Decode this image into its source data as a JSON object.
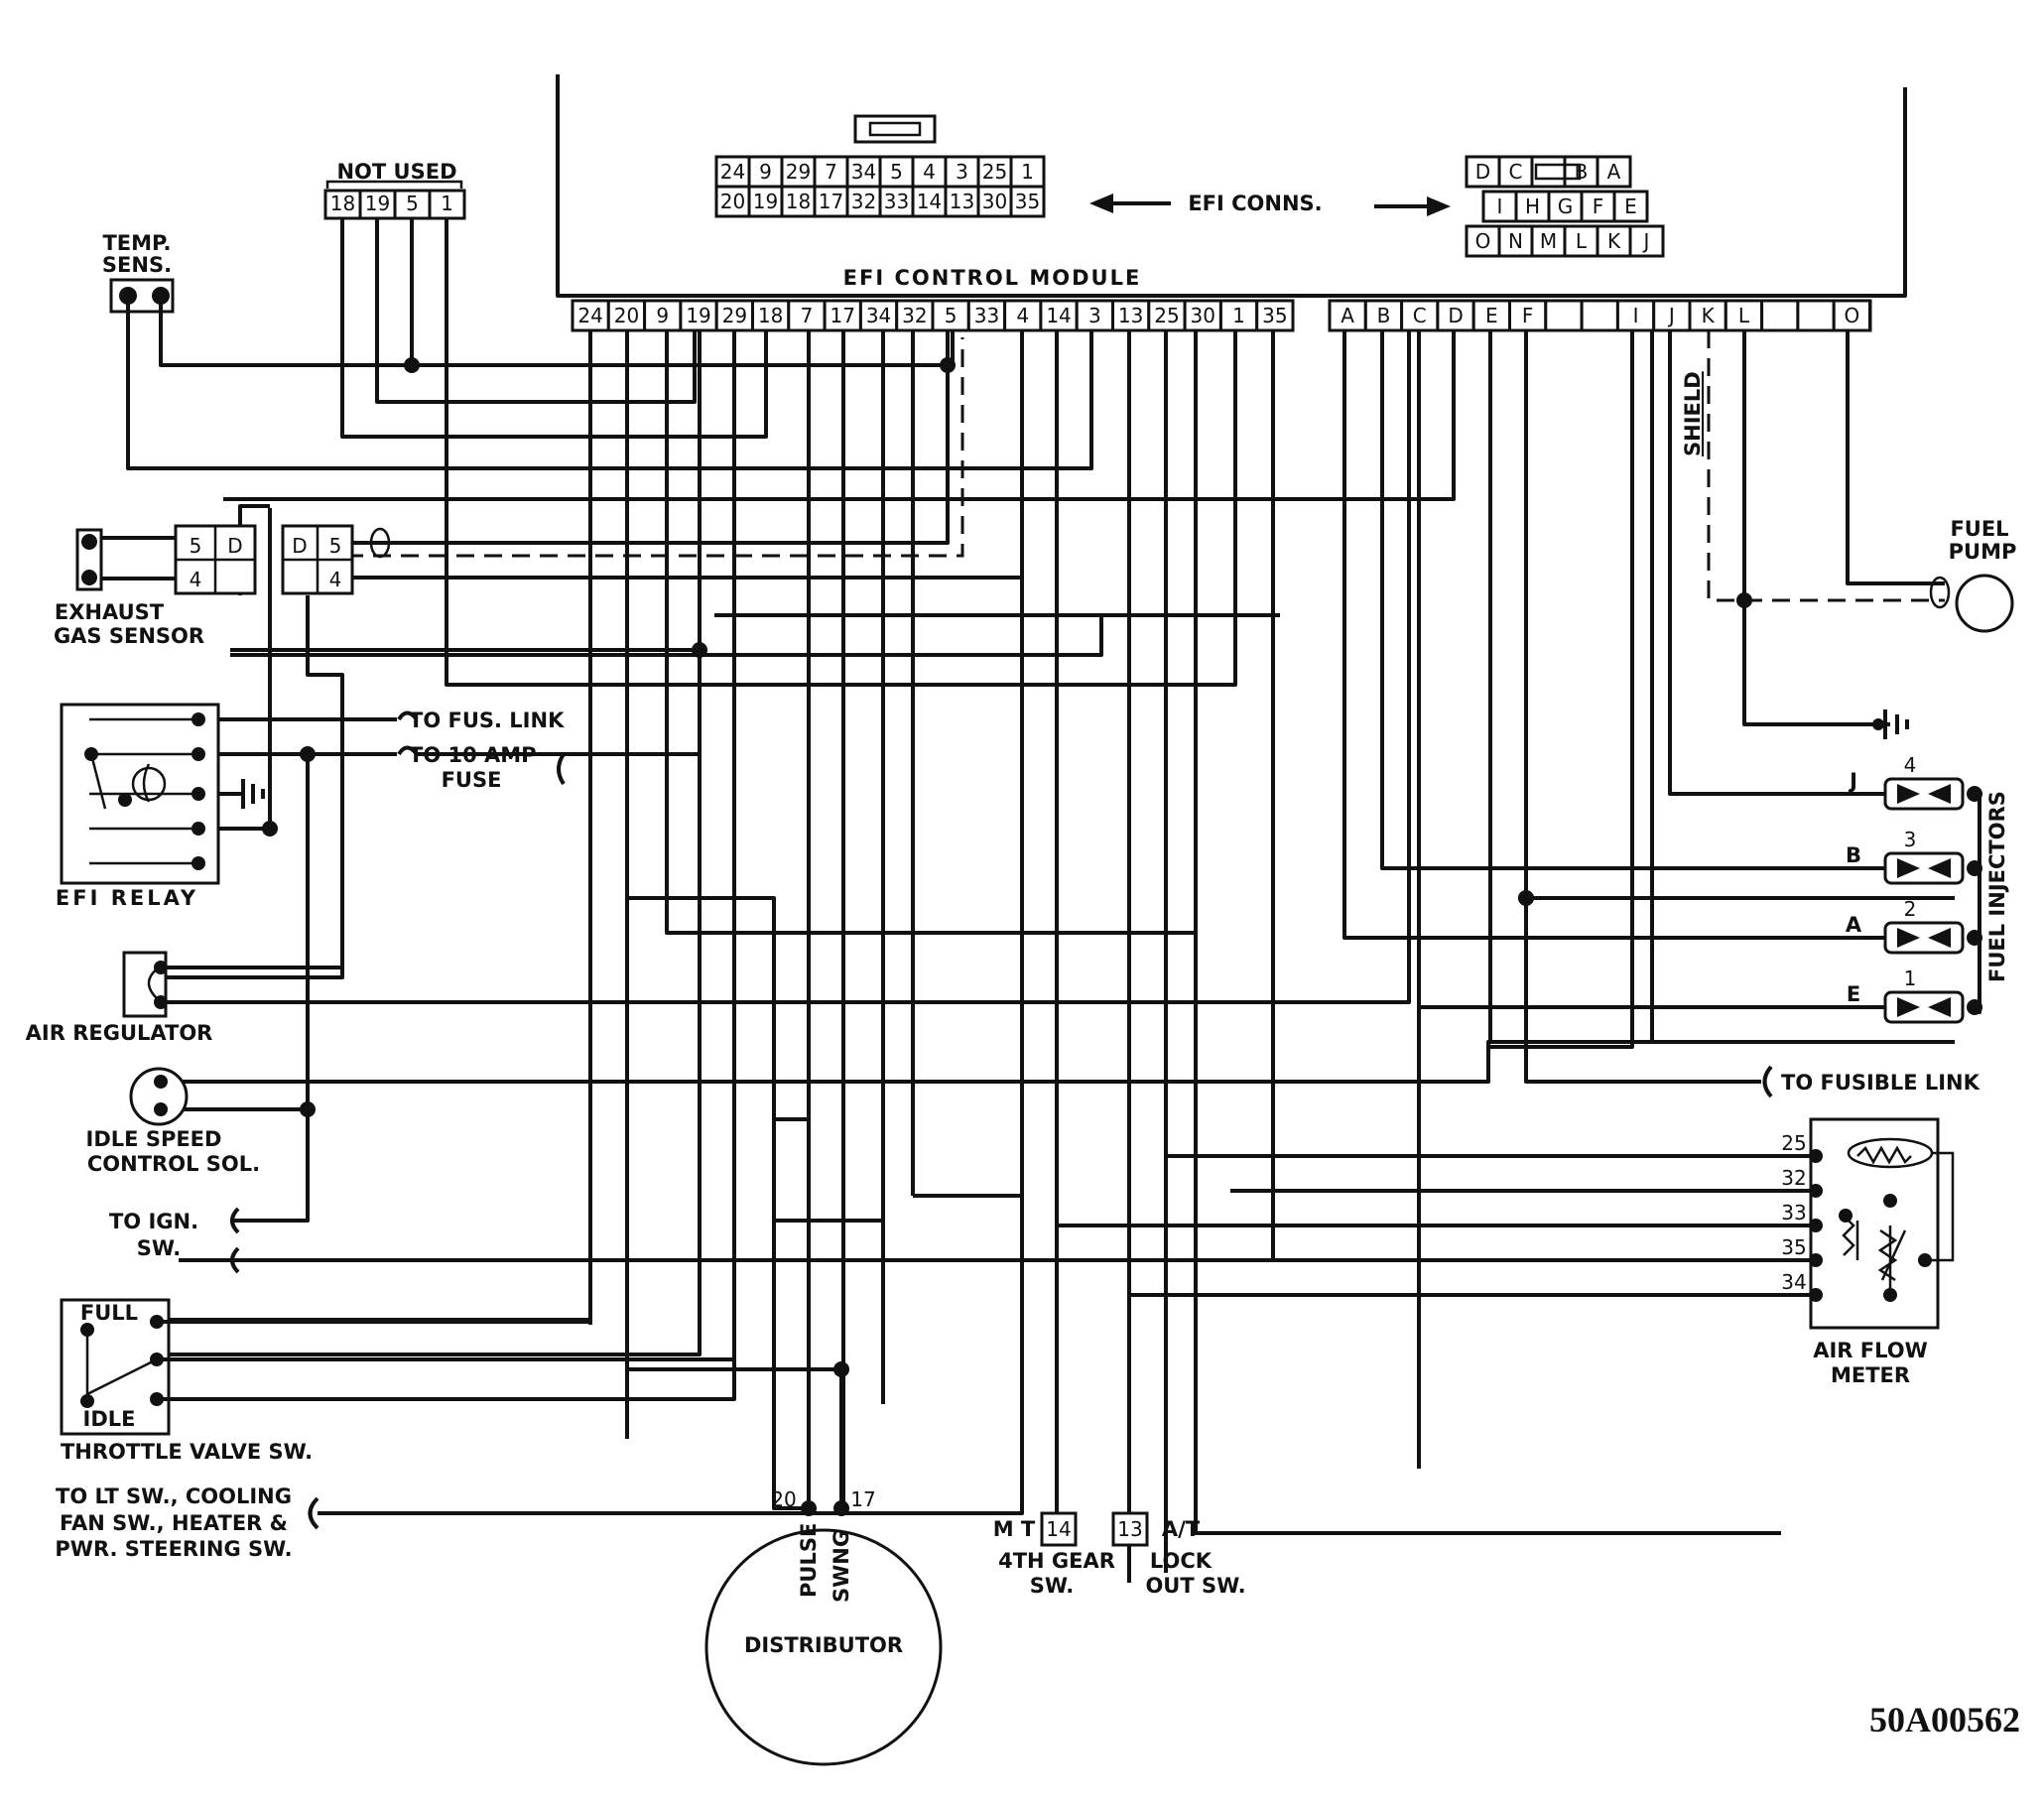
{
  "module": {
    "title": "EFI CONTROL MODULE",
    "conn_label": "EFI CONNS.",
    "pins_row1": [
      "24",
      "20",
      "9",
      "19",
      "29",
      "18",
      "7",
      "17",
      "34",
      "32",
      "5",
      "33",
      "4",
      "14",
      "3",
      "13",
      "25",
      "30",
      "1",
      "35"
    ],
    "pins_row2": [
      "A",
      "B",
      "C",
      "D",
      "E",
      "F",
      "",
      "",
      "I",
      "J",
      "K",
      "L",
      "",
      "",
      "O"
    ]
  },
  "connector_a": {
    "top": [
      "24",
      "9",
      "29",
      "7",
      "34",
      "5",
      "4",
      "3",
      "25",
      "1"
    ],
    "bottom": [
      "20",
      "19",
      "18",
      "17",
      "32",
      "33",
      "14",
      "13",
      "30",
      "35"
    ]
  },
  "connector_b": {
    "row1": [
      "D",
      "C",
      "",
      "B",
      "A"
    ],
    "row2": [
      "I",
      "H",
      "G",
      "F",
      "E"
    ],
    "row3": [
      "O",
      "N",
      "M",
      "L",
      "K",
      "J"
    ]
  },
  "not_used": {
    "label": "NOT USED",
    "pins": [
      "18",
      "19",
      "5",
      "1"
    ]
  },
  "temp_sensor": {
    "line1": "TEMP.",
    "line2": "SENS."
  },
  "exhaust_sensor": {
    "line1": "EXHAUST",
    "line2": "GAS SENSOR",
    "pins_left": [
      "5",
      "D",
      "4"
    ],
    "pins_right": [
      "D",
      "5",
      "4"
    ]
  },
  "efi_relay": {
    "label": "EFI RELAY",
    "to_fus_link": "TO FUS. LINK",
    "to_10amp_1": "TO 10 AMP",
    "to_10amp_2": "FUSE"
  },
  "air_regulator": {
    "label": "AIR REGULATOR"
  },
  "idle_speed": {
    "line1": "IDLE SPEED",
    "line2": "CONTROL SOL."
  },
  "ign_sw": {
    "line1": "TO IGN.",
    "line2": "SW."
  },
  "throttle": {
    "full": "FULL",
    "idle": "IDLE",
    "label": "THROTTLE VALVE SW."
  },
  "misc_sw": {
    "line1": "TO LT SW., COOLING",
    "line2": "FAN SW., HEATER &",
    "line3": "PWR. STEERING SW."
  },
  "distributor": {
    "label": "DISTRIBUTOR",
    "pulse": "PULSE",
    "swng": "SWNG",
    "pin_pulse": "20",
    "pin_swng": "17"
  },
  "fourth_gear": {
    "prefix": "M T",
    "pin": "14",
    "line1": "4TH GEAR",
    "line2": "SW."
  },
  "lockout": {
    "pin": "13",
    "suffix": "A/T",
    "line1": "LOCK",
    "line2": "OUT SW."
  },
  "fuel_pump": {
    "line1": "FUEL",
    "line2": "PUMP"
  },
  "shield": {
    "label": "SHIELD"
  },
  "injectors": {
    "label": "FUEL INJECTORS",
    "items": [
      {
        "letter": "J",
        "num": "4"
      },
      {
        "letter": "B",
        "num": "3"
      },
      {
        "letter": "A",
        "num": "2"
      },
      {
        "letter": "E",
        "num": "1"
      }
    ]
  },
  "fusible_link": {
    "label": "TO FUSIBLE LINK"
  },
  "air_flow": {
    "line1": "AIR FLOW",
    "line2": "METER",
    "pins": [
      "25",
      "32",
      "33",
      "35",
      "34"
    ]
  },
  "ref_code": "50A00562"
}
